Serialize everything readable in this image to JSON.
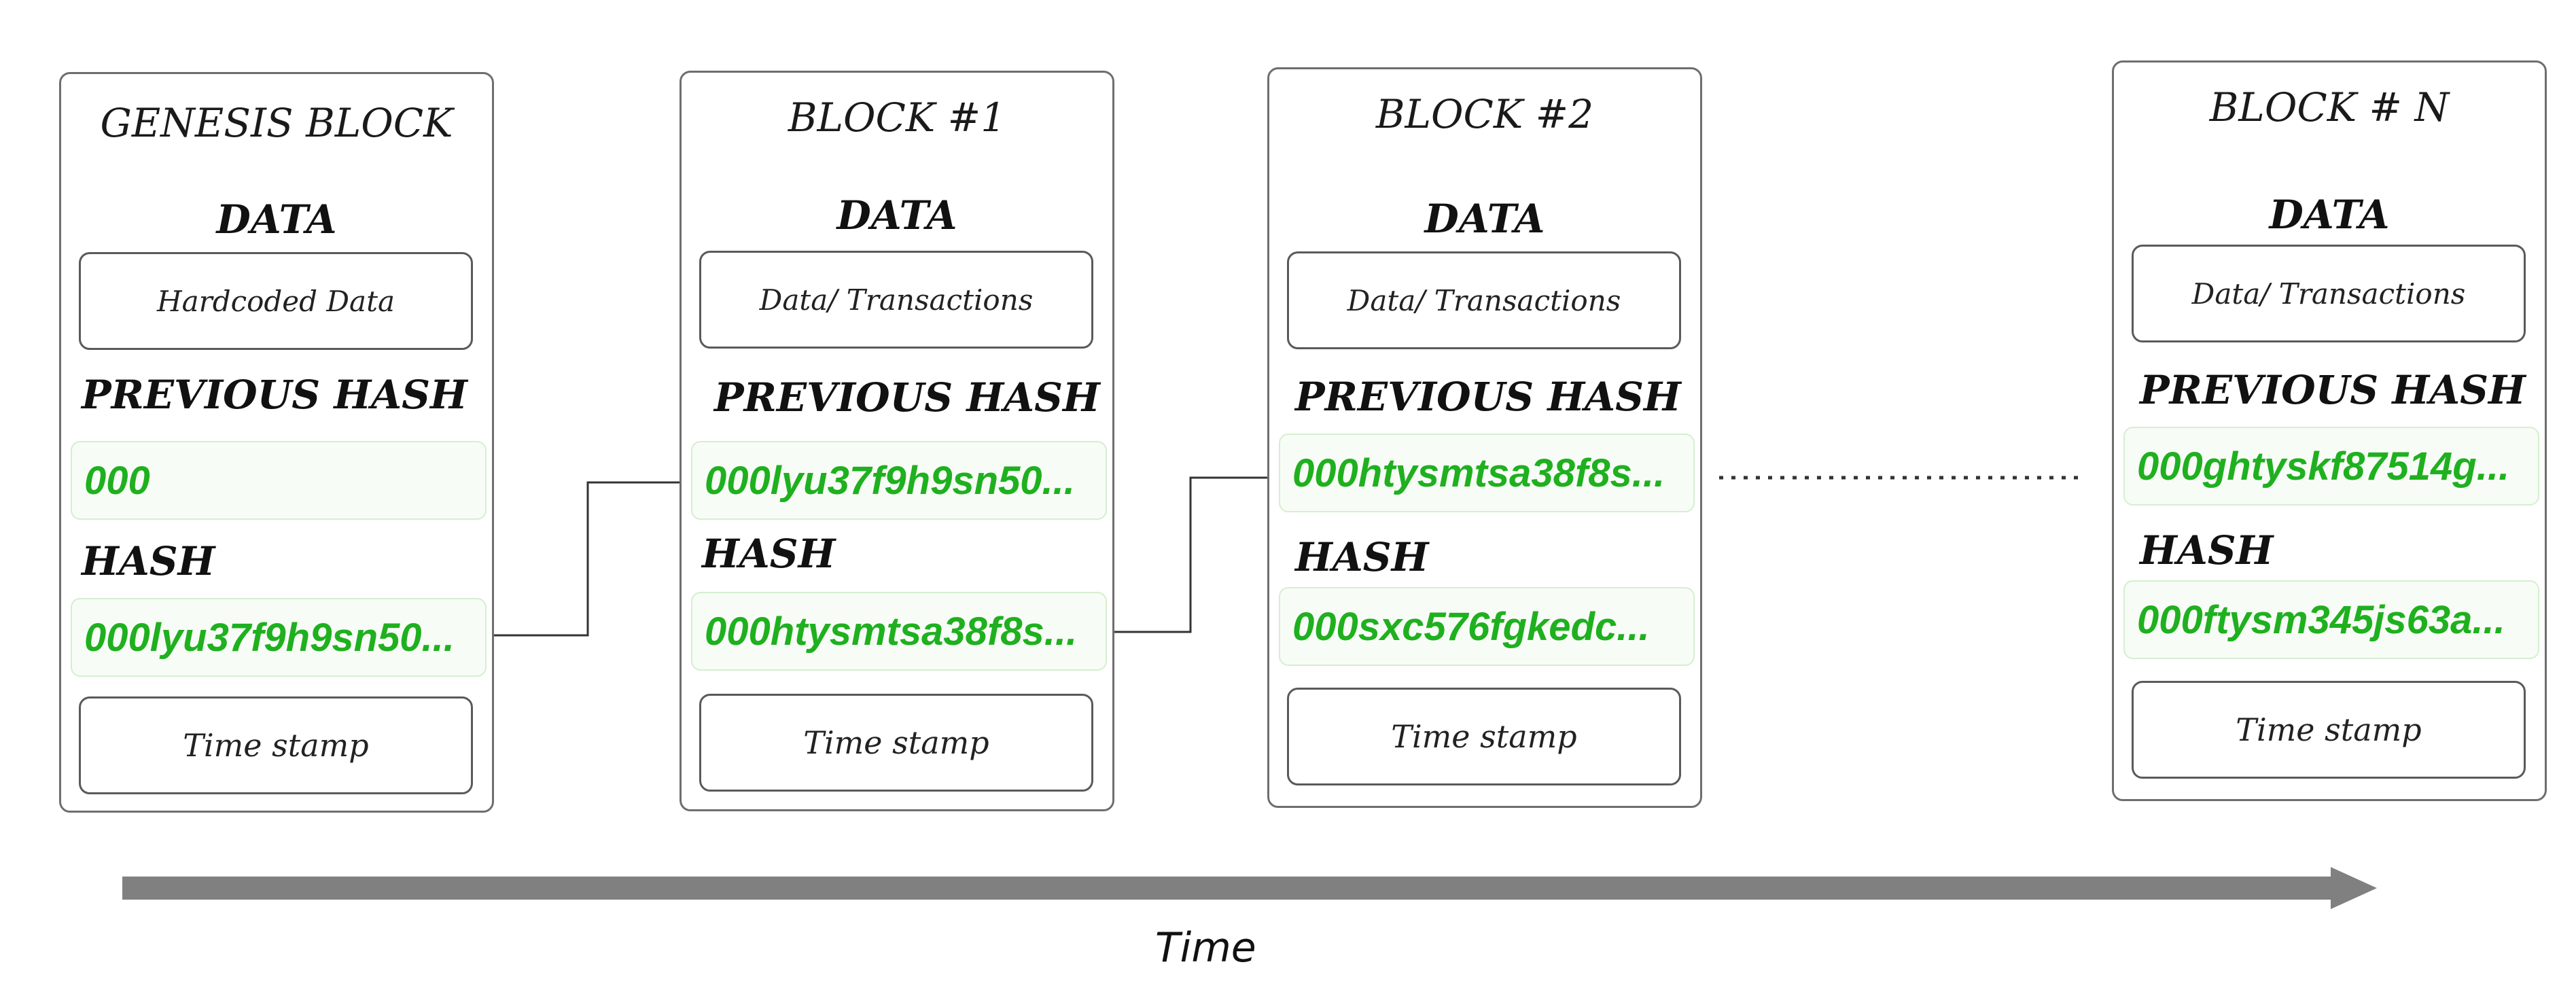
{
  "blocks": [
    {
      "title": "GENESIS BLOCK",
      "data_label": "DATA",
      "data_value": "Hardcoded Data",
      "prev_hash_label": "PREVIOUS HASH",
      "prev_hash_value": "000",
      "hash_label": "HASH",
      "hash_value": "000lyu37f9h9sn50...",
      "timestamp": "Time stamp"
    },
    {
      "title": "BLOCK #1",
      "data_label": "DATA",
      "data_value": "Data/ Transactions",
      "prev_hash_label": "PREVIOUS HASH",
      "prev_hash_value": "000lyu37f9h9sn50...",
      "hash_label": "HASH",
      "hash_value": "000htysmtsa38f8s...",
      "timestamp": "Time stamp"
    },
    {
      "title": "BLOCK #2",
      "data_label": "DATA",
      "data_value": "Data/ Transactions",
      "prev_hash_label": "PREVIOUS HASH",
      "prev_hash_value": "000htysmtsa38f8s...",
      "hash_label": "HASH",
      "hash_value": "000sxc576fgkedc...",
      "timestamp": "Time stamp"
    },
    {
      "title": "BLOCK # N",
      "data_label": "DATA",
      "data_value": "Data/ Transactions",
      "prev_hash_label": "PREVIOUS HASH",
      "prev_hash_value": "000ghtyskf87514g...",
      "hash_label": "HASH",
      "hash_value": "000ftysm345js63a...",
      "timestamp": "Time stamp"
    }
  ],
  "timeline": {
    "label": "Time"
  },
  "colors": {
    "hash_text": "#1fb01f",
    "arrow": "#808080",
    "border": "#6e6e6e"
  }
}
